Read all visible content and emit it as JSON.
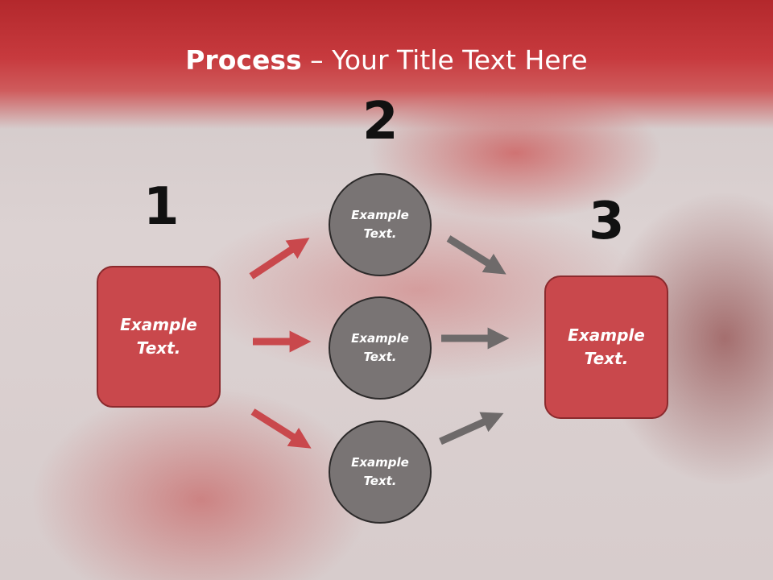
{
  "slide": {
    "title_bold": "Process",
    "title_rest": " – Your Title Text Here",
    "step_numbers": [
      "1",
      "2",
      "3"
    ],
    "left_box": [
      "Example",
      "Text."
    ],
    "right_box": [
      "Example",
      "Text."
    ],
    "circles": [
      [
        "Example",
        "Text."
      ],
      [
        "Example",
        "Text."
      ],
      [
        "Example",
        "Text."
      ]
    ]
  },
  "colors": {
    "header_red": "#c73a3e",
    "box_red": "#c9484c",
    "circle_gray": "#797474",
    "arrow_red": "#c9484c",
    "arrow_gray": "#6e6a6a"
  }
}
